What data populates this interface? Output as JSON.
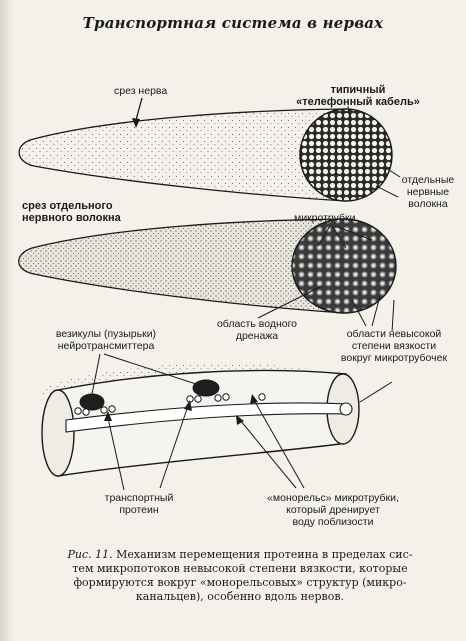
{
  "title": "Транспортная система в нервах",
  "labels": {
    "nerve_cut": "срез нерва",
    "cable_line1": "типичный",
    "cable_line2": "«телефонный кабель»",
    "fibers_line1": "отдельные",
    "fibers_line2": "нервные",
    "fibers_line3": "волокна",
    "fiber_cut_line1": "срез отдельного",
    "fiber_cut_line2": "нервного волокна",
    "microtubules": "микротрубки",
    "vesicles_line1": "везикулы (пузырьки)",
    "vesicles_line2": "нейротрансмиттера",
    "drainage_line1": "область водного",
    "drainage_line2": "дренажа",
    "lowvisc_line1": "области невысокой",
    "lowvisc_line2": "степени вязкости",
    "lowvisc_line3": "вокруг микротрубочек",
    "protein_line1": "транспортный",
    "protein_line2": "протеин",
    "monorail_line1": "«монорельс» микротрубки,",
    "monorail_line2": "который дренирует",
    "monorail_line3": "воду поблизости"
  },
  "caption": {
    "fig_label": "Рис. 11.",
    "line1": "Механизм перемещения протеина в пределах сис-",
    "line2": "тем микропотоков невысокой степени вязкости, которые",
    "line3": "формируются вокруг «монорельсовых» структур (микро-",
    "line4": "канальцев), особенно вдоль нервов."
  }
}
